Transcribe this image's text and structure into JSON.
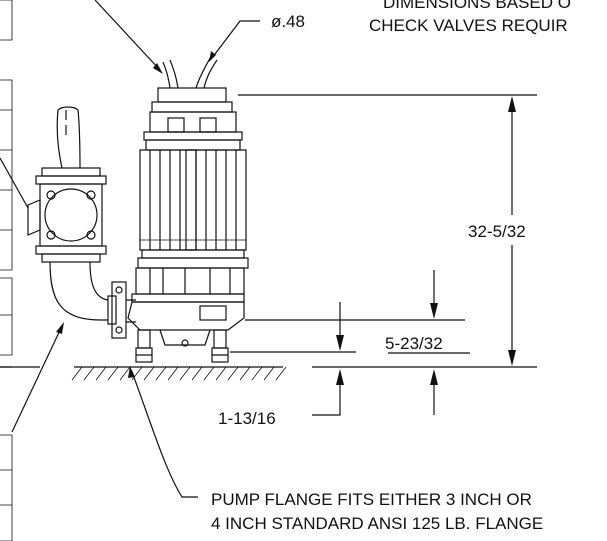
{
  "notes": {
    "top_right_line1": "DIMENSIONS BASED O",
    "top_right_line2": "CHECK VALVES REQUIR",
    "bottom_line1": "PUMP FLANGE FITS EITHER 3 INCH OR",
    "bottom_line2": "4 INCH STANDARD ANSI 125 LB. FLANGE"
  },
  "dimensions": {
    "cable_diameter": "ø.48",
    "overall_height": "32-5/32",
    "discharge_height": "5-23/32",
    "base_clearance": "1-13/16"
  }
}
